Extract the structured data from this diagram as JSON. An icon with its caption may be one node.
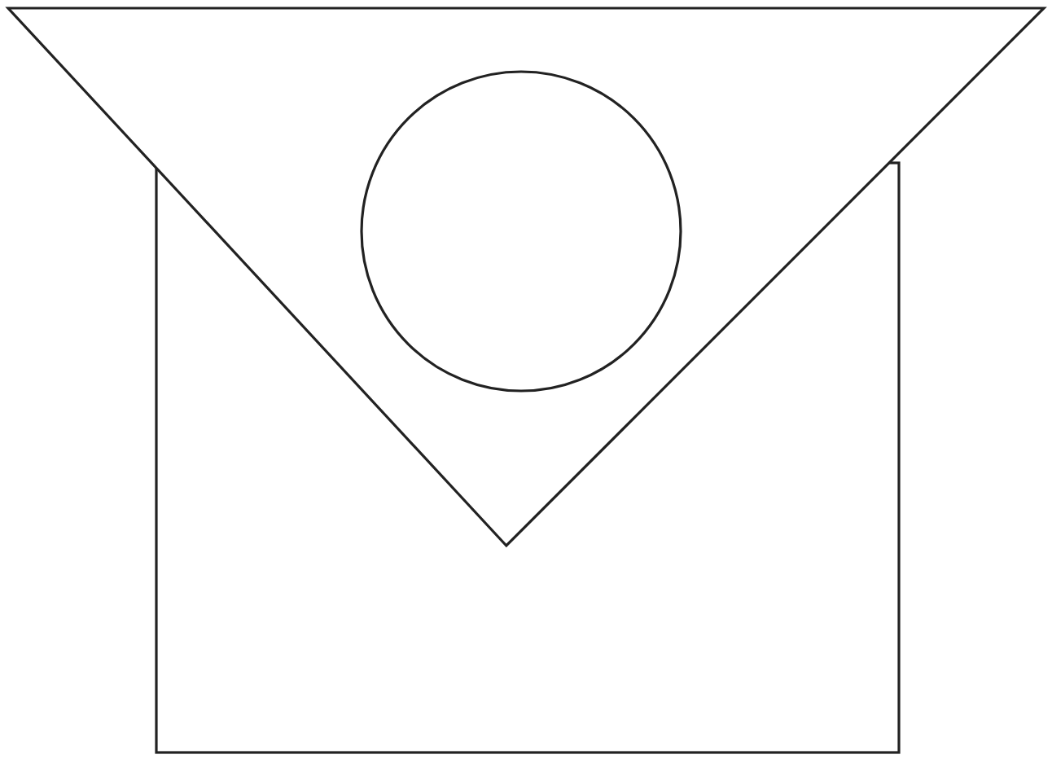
{
  "diagram": {
    "nodes": [
      {
        "text": [],
        "shape": "box"
      },
      {
        "text": [],
        "shape": "triangle"
      },
      {
        "text": [],
        "shape": "circle",
        "in": 1
      }
    ]
  }
}
